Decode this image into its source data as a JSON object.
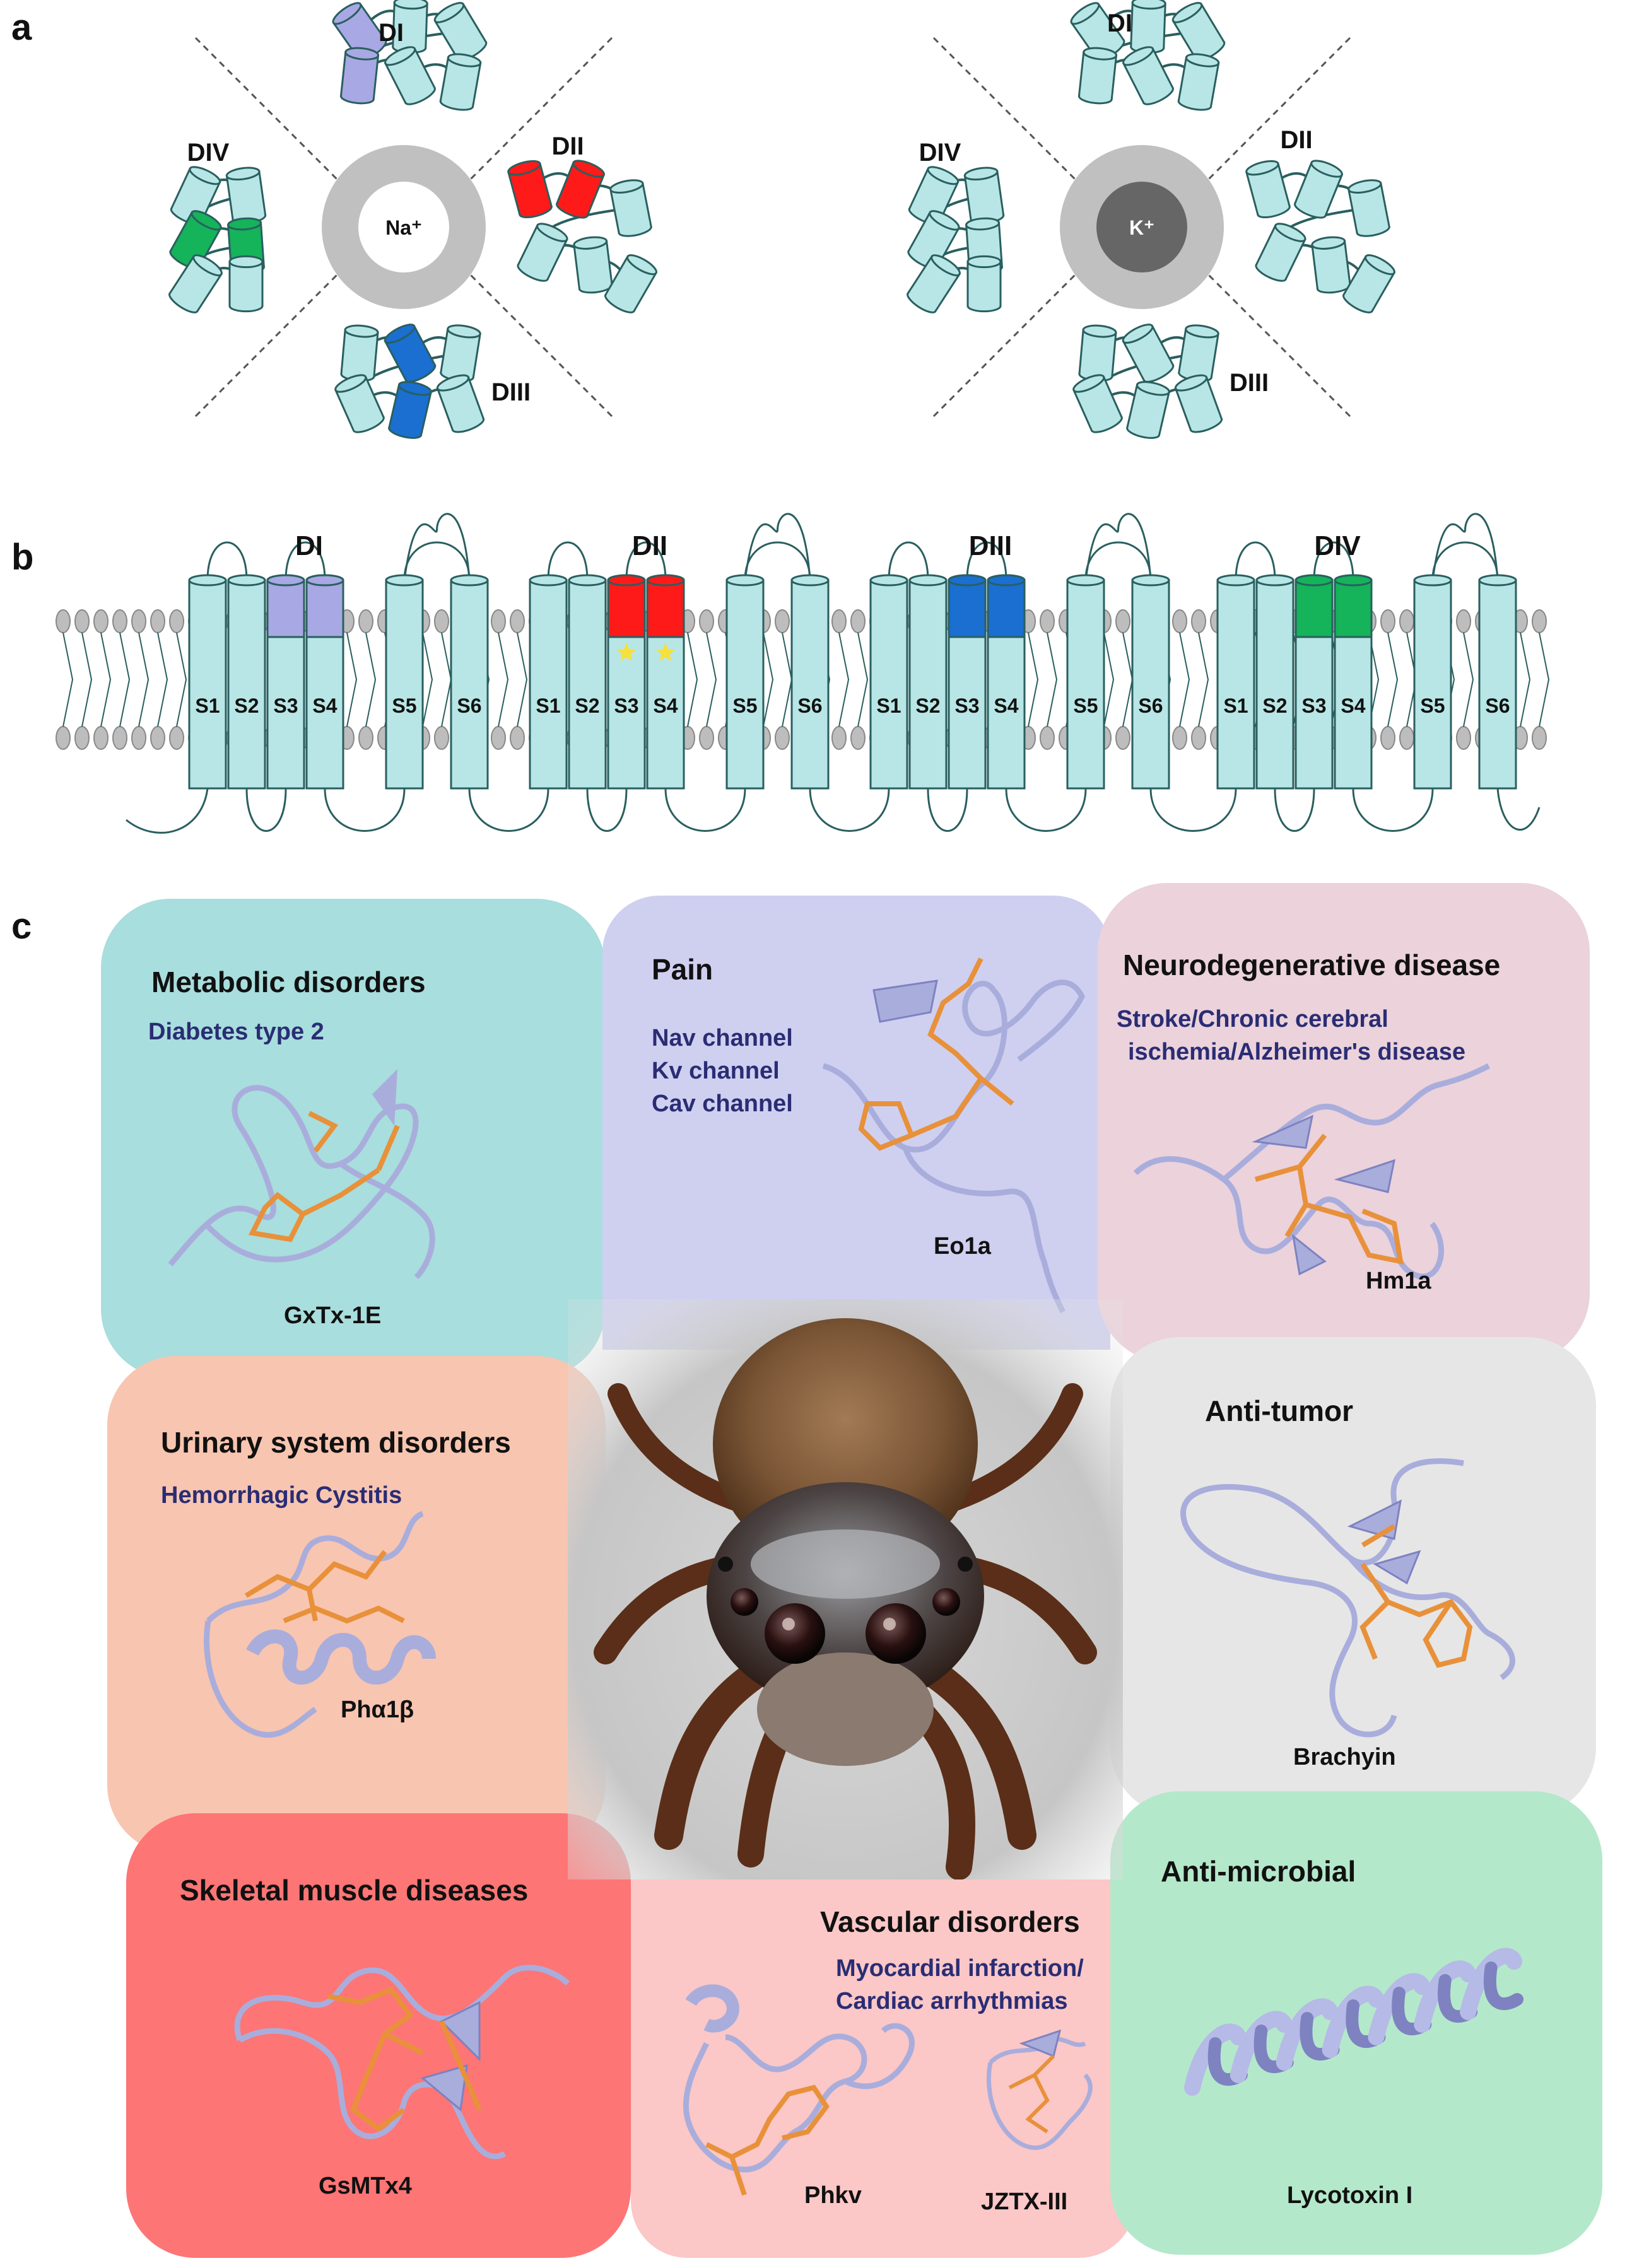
{
  "panels": {
    "a": "a",
    "b": "b",
    "c": "c"
  },
  "panel_a": {
    "nav": {
      "ion": "Na⁺",
      "domains": [
        "DI",
        "DII",
        "DIII",
        "DIV"
      ]
    },
    "kv": {
      "ion": "K⁺",
      "domains": [
        "DI",
        "DII",
        "DIII",
        "DIV"
      ]
    }
  },
  "panel_b": {
    "domains": [
      "DI",
      "DII",
      "DIII",
      "DIV"
    ],
    "segments": [
      "S1",
      "S2",
      "S3",
      "S4",
      "S5",
      "S6"
    ]
  },
  "colors": {
    "helix": "#b8e6e6",
    "helix_stroke": "#2a5f5f",
    "DI": "#a8a8e4",
    "DII": "#ff1a1a",
    "DIII": "#1a6fd0",
    "DIV": "#15b35a",
    "pore": "#c0c0c0",
    "toxin_ribbon": "#a9addc",
    "toxin_sticks": "#e8913a"
  },
  "cards": {
    "metabolic": {
      "title": "Metabolic disorders",
      "sub": [
        "Diabetes type 2"
      ],
      "toxin": "GxTx-1E",
      "bg": "#a8dedd"
    },
    "pain": {
      "title": "Pain",
      "sub": [
        "Nav channel",
        "Kv channel",
        "Cav channel"
      ],
      "toxin": "Eo1a",
      "bg": "#cfd0f0"
    },
    "neuro": {
      "title": "Neurodegenerative disease",
      "sub": [
        "Stroke/Chronic cerebral",
        "ischemia/Alzheimer's disease"
      ],
      "toxin": "Hm1a",
      "bg": "#ebd2db"
    },
    "urinary": {
      "title": "Urinary system disorders",
      "sub": [
        "Hemorrhagic Cystitis"
      ],
      "toxin": "Phα1β",
      "bg": "#f8c5b0"
    },
    "tumor": {
      "title": "Anti-tumor",
      "sub": [],
      "toxin": "Brachyin",
      "bg": "#e6e6e6"
    },
    "skeletal": {
      "title": "Skeletal muscle diseases",
      "sub": [],
      "toxin": "GsMTx4",
      "bg": "#fd7575"
    },
    "vascular": {
      "title": "Vascular disorders",
      "sub": [
        "Myocardial infarction/",
        "Cardiac arrhythmias"
      ],
      "toxins": [
        "Phkv",
        "JZTX-III"
      ],
      "bg": "#fbc7c7"
    },
    "microbial": {
      "title": "Anti-microbial",
      "sub": [],
      "toxin": "Lycotoxin I",
      "bg": "#b4e8cb"
    }
  }
}
